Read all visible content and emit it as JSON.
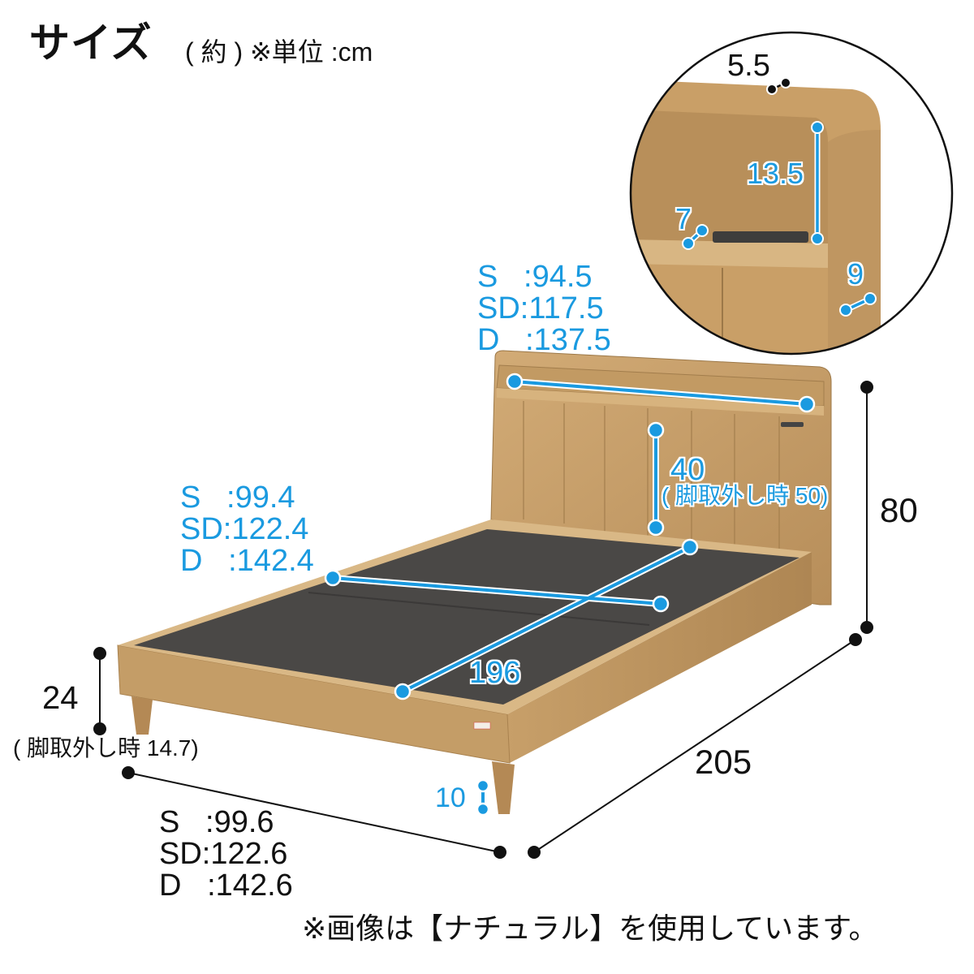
{
  "header": {
    "title": "サイズ",
    "subtitle": "( 約 ) ※単位 :cm"
  },
  "detail_inset": {
    "top_thickness": "5.5",
    "shelf_height": "13.5",
    "outlet_width": "7",
    "side_thickness": "9"
  },
  "headboard_width": {
    "lines": [
      "S   :94.5",
      "SD:117.5",
      "D   :137.5"
    ]
  },
  "headboard_height": {
    "value": "40",
    "note": "( 脚取外し時 50)"
  },
  "total_height": {
    "value": "80"
  },
  "inner_width": {
    "lines": [
      "S   :99.4",
      "SD:122.4",
      "D   :142.4"
    ]
  },
  "inner_length": {
    "value": "196"
  },
  "frame_height": {
    "value": "24",
    "note": "( 脚取外し時 14.7)"
  },
  "leg_height": {
    "value": "10"
  },
  "total_length": {
    "value": "205"
  },
  "outer_width": {
    "lines": [
      "S   :99.6",
      "SD:122.6",
      "D   :142.6"
    ]
  },
  "footnote": "※画像は【ナチュラル】を使用しています。",
  "colors": {
    "dimension_blue": "#1a9ae0",
    "dimension_black": "#111111",
    "wood": "#c9a06a",
    "wood_dark": "#a9824f",
    "mattress_board": "#4a4846"
  }
}
